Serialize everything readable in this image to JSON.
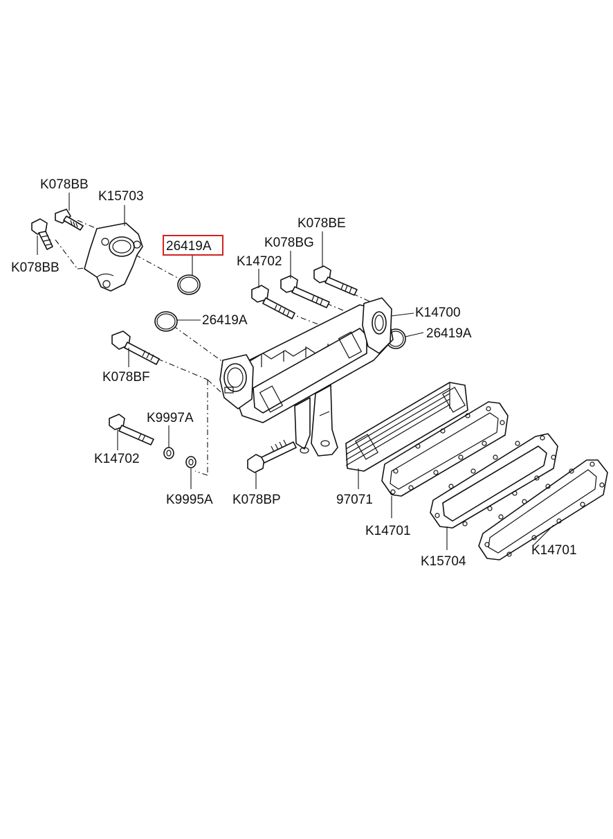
{
  "colors": {
    "line": "#111111",
    "highlight": "#d42020",
    "background": "#ffffff"
  },
  "labels": {
    "k078bb_top": "K078BB",
    "k15703": "K15703",
    "k078bb_left": "K078BB",
    "p26419a_hl": "26419A",
    "k078be": "K078BE",
    "k078bg": "K078BG",
    "k14702_top": "K14702",
    "k14700": "K14700",
    "p26419a_mid": "26419A",
    "p26419a_right": "26419A",
    "k078bf": "K078BF",
    "k9997a": "K9997A",
    "k14702_low": "K14702",
    "k9995a": "K9995A",
    "k078bp": "K078BP",
    "p97071": "97071",
    "k14701_a": "K14701",
    "k15704": "K15704",
    "k14701_b": "K14701"
  }
}
